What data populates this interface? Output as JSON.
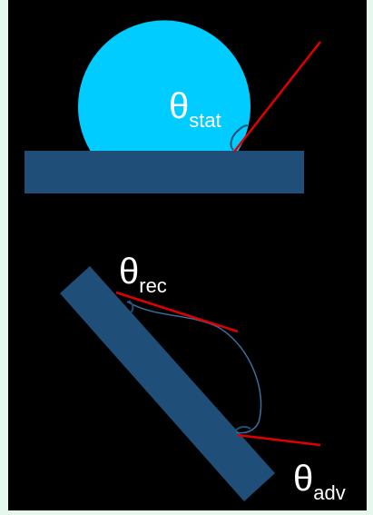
{
  "colors": {
    "background": "#000000",
    "border": "#e6f7ee",
    "droplet": "#00ccff",
    "substrate": "#1f4e79",
    "tangent_line": "#e00000",
    "angle_arc": "#1f4e79",
    "drop_outline": "#3a6fa0",
    "text": "#ffffff"
  },
  "labels": {
    "static": {
      "symbol": "θ",
      "subscript": "stat"
    },
    "receding": {
      "symbol": "θ",
      "subscript": "rec"
    },
    "advancing": {
      "symbol": "θ",
      "subscript": "adv"
    }
  }
}
